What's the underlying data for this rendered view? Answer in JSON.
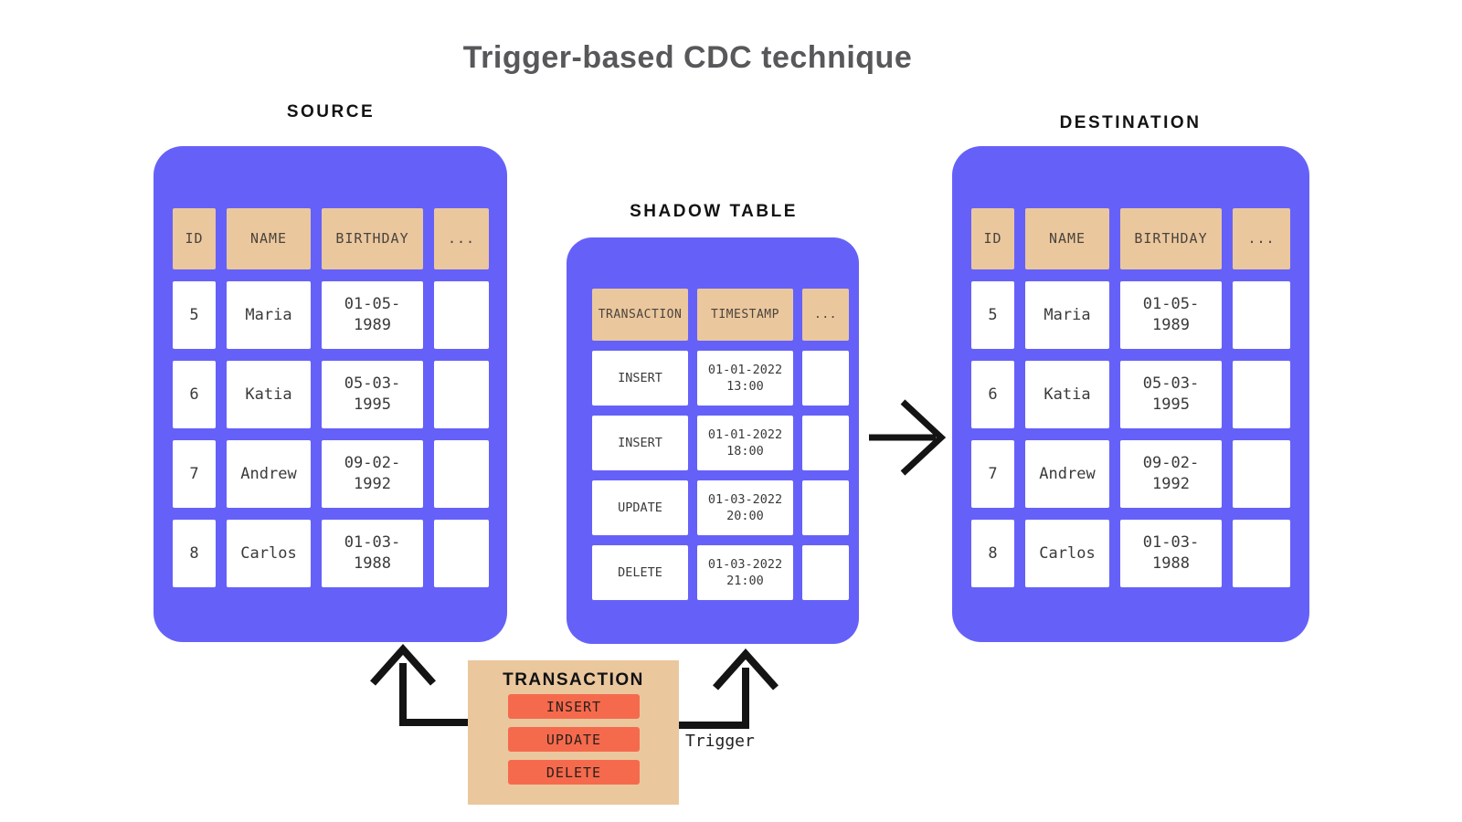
{
  "title": "Trigger-based CDC technique",
  "source": {
    "label": "SOURCE",
    "columns": [
      "ID",
      "NAME",
      "BIRTHDAY",
      "..."
    ],
    "rows": [
      {
        "id": "5",
        "name": "Maria",
        "birthday": "01-05-\n1989"
      },
      {
        "id": "6",
        "name": "Katia",
        "birthday": "05-03-\n1995"
      },
      {
        "id": "7",
        "name": "Andrew",
        "birthday": "09-02-\n1992"
      },
      {
        "id": "8",
        "name": "Carlos",
        "birthday": "01-03-\n1988"
      }
    ]
  },
  "shadow": {
    "label": "SHADOW TABLE",
    "columns": [
      "TRANSACTION",
      "TIMESTAMP",
      "..."
    ],
    "rows": [
      {
        "transaction": "INSERT",
        "timestamp": "01-01-2022\n13:00"
      },
      {
        "transaction": "INSERT",
        "timestamp": "01-01-2022\n18:00"
      },
      {
        "transaction": "UPDATE",
        "timestamp": "01-03-2022\n20:00"
      },
      {
        "transaction": "DELETE",
        "timestamp": "01-03-2022\n21:00"
      }
    ]
  },
  "destination": {
    "label": "DESTINATION",
    "columns": [
      "ID",
      "NAME",
      "BIRTHDAY",
      "..."
    ],
    "rows": [
      {
        "id": "5",
        "name": "Maria",
        "birthday": "01-05-\n1989"
      },
      {
        "id": "6",
        "name": "Katia",
        "birthday": "05-03-\n1995"
      },
      {
        "id": "7",
        "name": "Andrew",
        "birthday": "09-02-\n1992"
      },
      {
        "id": "8",
        "name": "Carlos",
        "birthday": "01-03-\n1988"
      }
    ]
  },
  "transaction_box": {
    "label": "TRANSACTION",
    "buttons": [
      "INSERT",
      "UPDATE",
      "DELETE"
    ]
  },
  "trigger_label": "Trigger",
  "colors": {
    "purple": "#6561f8",
    "tan": "#ebc79e",
    "salmon": "#f56a4d",
    "title_gray": "#58585b",
    "ink": "#141414"
  }
}
